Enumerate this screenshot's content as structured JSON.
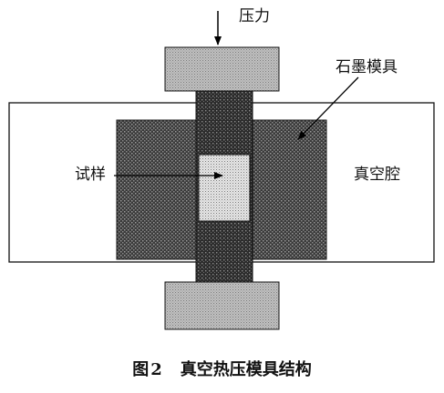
{
  "labels": {
    "pressure": "压力",
    "mold": "石墨模具",
    "sample": "试样",
    "chamber": "真空腔"
  },
  "caption": {
    "figure": "图",
    "number": "2",
    "title": "真空热压模具结构"
  }
}
